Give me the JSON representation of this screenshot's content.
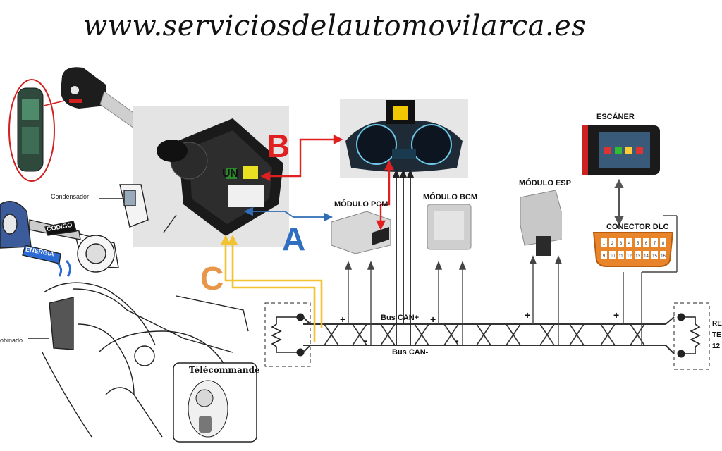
{
  "header": {
    "url": "www.serviciosdelautomovilarca.es"
  },
  "labels": {
    "scanner": "ESCÁNER",
    "pcm": "MÓDULO PCM",
    "bcm": "MÓDULO BCM",
    "esp": "MÓDULO ESP",
    "dlc": "CONECTOR DLC",
    "can_plus": "Bus CAN+",
    "can_minus": "Bus CAN-",
    "condensador": "Condensador",
    "codigo": "CODIGO",
    "energia": "ENERGIA",
    "combinado": "obinado",
    "telecommande": "Télécommande",
    "resistor_right": [
      "RE",
      "TE",
      "12"
    ],
    "ecu_tag": "UN"
  },
  "connection_letters": {
    "a": "A",
    "b": "B",
    "c": "C"
  },
  "colors": {
    "link_a": "#2f6db5",
    "link_b": "#e02020",
    "link_c": "#f2c230",
    "letter_a": "#2f6fc0",
    "letter_b": "#e02020",
    "letter_c": "#e8964a",
    "bus": "#333333"
  },
  "dlc_pins": [
    "1",
    "2",
    "3",
    "4",
    "5",
    "6",
    "7",
    "8",
    "9",
    "10",
    "11",
    "12",
    "13",
    "14",
    "15",
    "16"
  ]
}
